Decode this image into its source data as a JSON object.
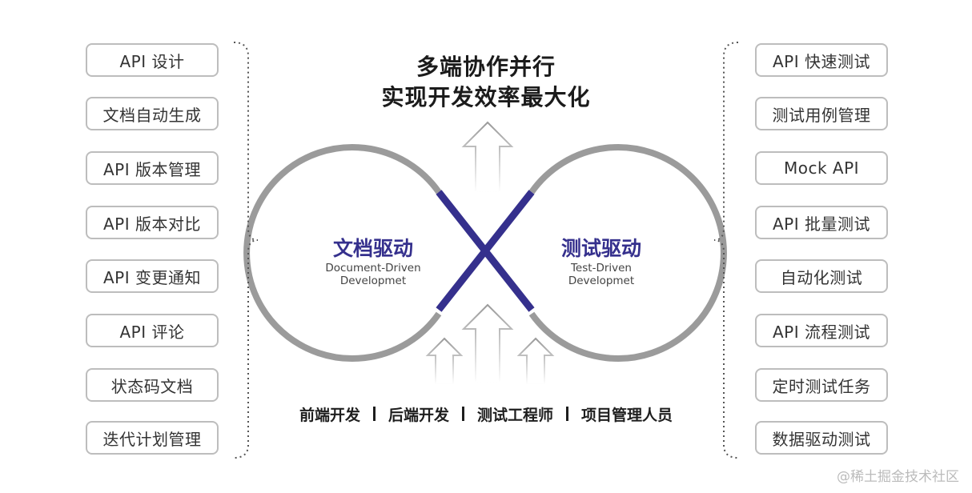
{
  "headline": {
    "line1": "多端协作并行",
    "line2": "实现开发效率最大化"
  },
  "left_loop": {
    "title": "文档驱动",
    "subtitle_line1": "Document-Driven",
    "subtitle_line2": "Developmet"
  },
  "right_loop": {
    "title": "测试驱动",
    "subtitle_line1": "Test-Driven",
    "subtitle_line2": "Developmet"
  },
  "left_features": [
    "API 设计",
    "文档自动生成",
    "API 版本管理",
    "API 版本对比",
    "API 变更通知",
    "API 评论",
    "状态码文档",
    "迭代计划管理"
  ],
  "right_features": [
    "API 快速测试",
    "测试用例管理",
    "Mock API",
    "API 批量测试",
    "自动化测试",
    "API 流程测试",
    "定时测试任务",
    "数据驱动测试"
  ],
  "roles": [
    "前端开发",
    "后端开发",
    "测试工程师",
    "项目管理人员"
  ],
  "watermark": "@稀土掘金技术社区",
  "colors": {
    "loop_gray": "#9b9b9b",
    "cross_purple": "#35308d",
    "pill_border": "#bdbdbd"
  }
}
